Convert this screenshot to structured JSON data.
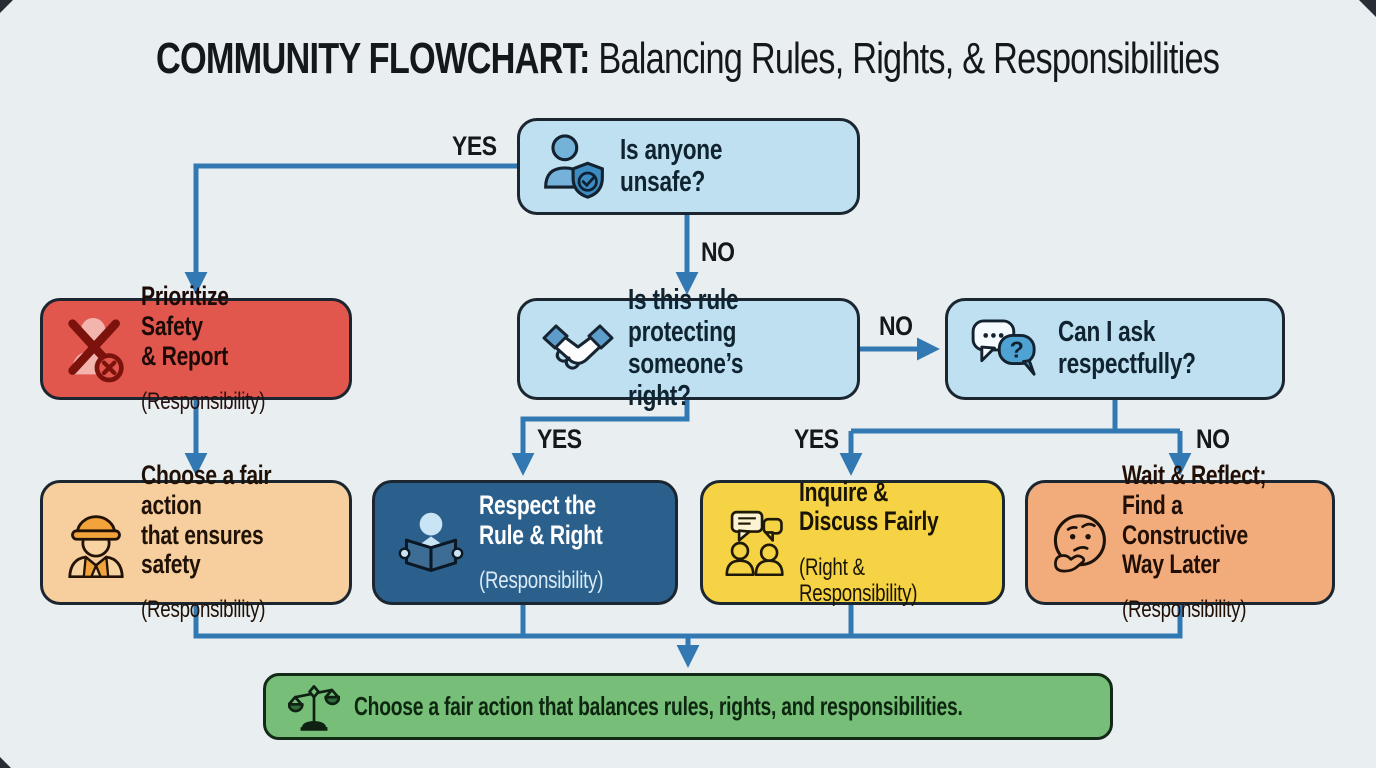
{
  "title": {
    "lead": "COMMUNITY FLOWCHART:",
    "rest": " Balancing Rules, Rights, & Responsibilities"
  },
  "nodes": {
    "unsafe": {
      "question": "Is anyone unsafe?",
      "icon": "person-shield-check-icon"
    },
    "rule_protecting": {
      "question": "Is this rule protecting\nsomeone’s right?",
      "icon": "handshake-icon"
    },
    "ask_respectfully": {
      "question": "Can I ask\nrespectfully?",
      "icon": "chat-question-icon",
      "icon_glyph": "?"
    },
    "prioritize_safety": {
      "action": "Prioritize Safety\n& Report",
      "category": "(Responsibility)",
      "icon": "person-blocked-icon"
    },
    "ensure_safety": {
      "action": "Choose a fair action\nthat ensures safety",
      "category": "(Responsibility)",
      "icon": "safety-worker-icon"
    },
    "respect_rule": {
      "action": "Respect the\nRule & Right",
      "category": "(Responsibility)",
      "icon": "reading-person-icon"
    },
    "inquire_discuss": {
      "action": "Inquire &\nDiscuss Fairly",
      "category": "(Right & Responsibility)",
      "icon": "discussion-people-icon"
    },
    "wait_reflect": {
      "action": "Wait & Reflect;\nFind a Constructive\nWay Later",
      "category": "(Responsibility)",
      "icon": "thinking-face-icon"
    },
    "final": {
      "action": "Choose a fair action that balances rules, rights, and responsibilities.",
      "icon": "balance-scales-icon"
    }
  },
  "edge_labels": {
    "unsafe_yes": "YES",
    "unsafe_no": "NO",
    "rule_no": "NO",
    "rule_yes": "YES",
    "ask_yes": "YES",
    "ask_no": "NO"
  },
  "colors": {
    "background": "#E9EEF0",
    "question_fill": "#BEE0F0",
    "alert_fill": "#E2574D",
    "safety_fill": "#F7CF9E",
    "respect_fill": "#2B608D",
    "inquire_fill": "#F5D344",
    "wait_fill": "#F2AC7B",
    "final_fill": "#77BE78",
    "arrow": "#3279B3",
    "node_border": "#1B2630"
  }
}
